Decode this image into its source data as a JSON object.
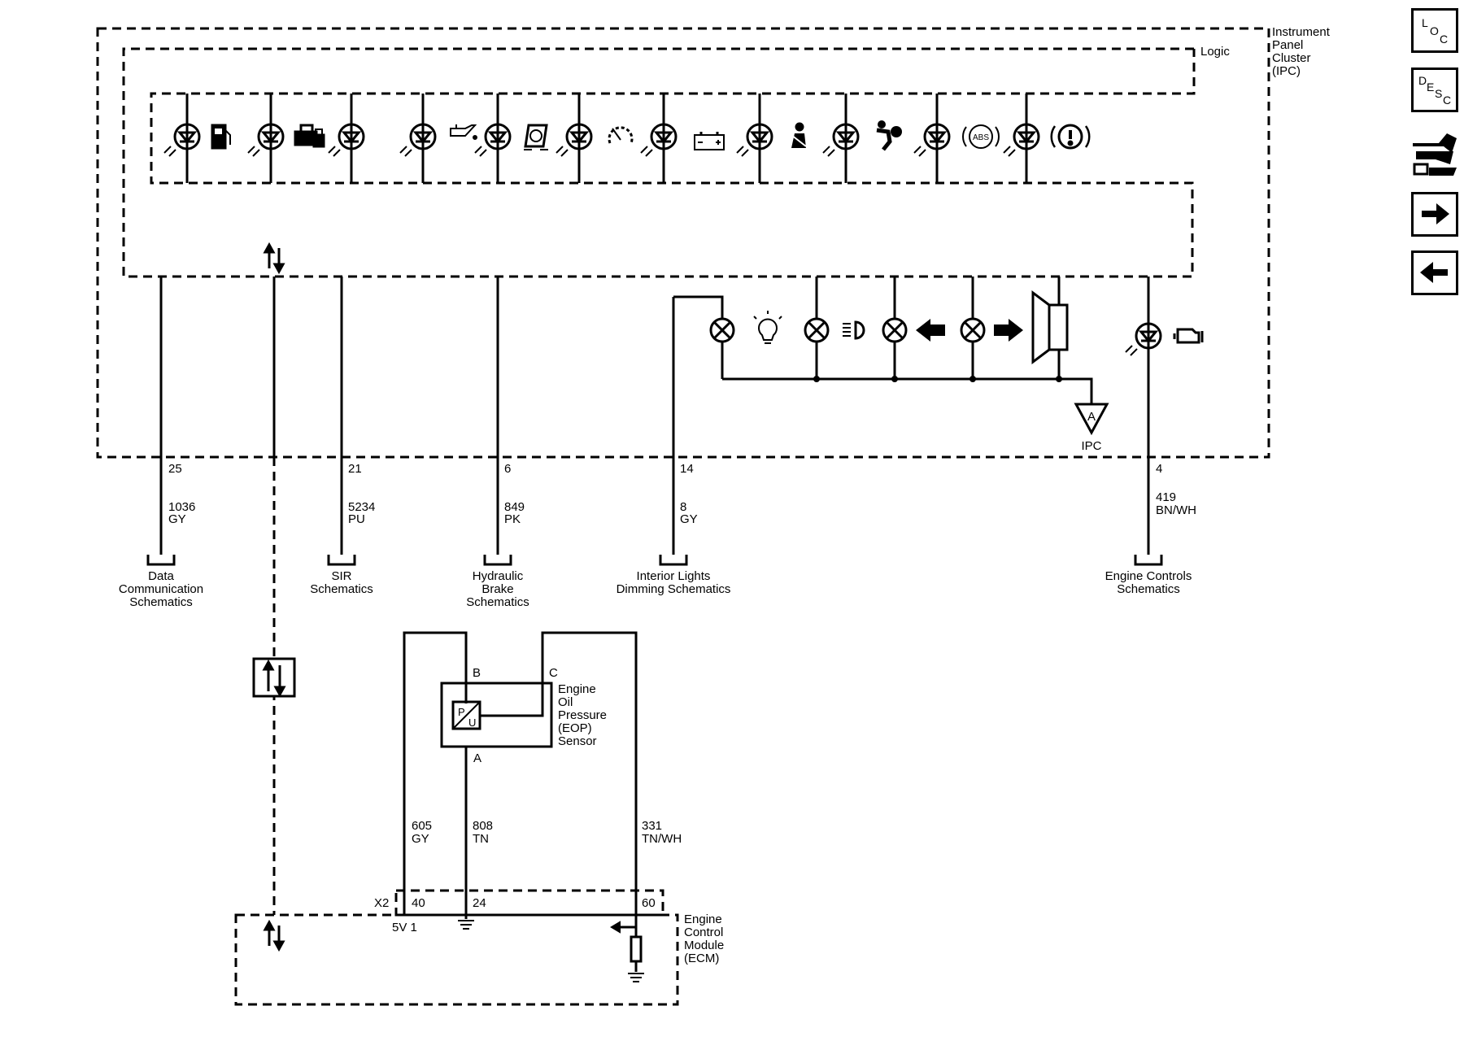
{
  "ipc": {
    "name": [
      "Instrument",
      "Panel",
      "Cluster",
      "(IPC)"
    ],
    "logic": "Logic",
    "ground_label": "A",
    "ground_ref": "IPC"
  },
  "circuits": [
    {
      "pin": "25",
      "circuit": "1036",
      "color": "GY",
      "dest": [
        "Data",
        "Communication",
        "Schematics"
      ]
    },
    {
      "pin": "21",
      "circuit": "5234",
      "color": "PU",
      "dest": [
        "SIR",
        "Schematics"
      ]
    },
    {
      "pin": "6",
      "circuit": "849",
      "color": "PK",
      "dest": [
        "Hydraulic",
        "Brake",
        "Schematics"
      ]
    },
    {
      "pin": "14",
      "circuit": "8",
      "color": "GY",
      "dest": [
        "Interior Lights",
        "Dimming Schematics"
      ]
    },
    {
      "pin": "4",
      "circuit": "419",
      "color": "BN/WH",
      "dest": [
        "Engine Controls",
        "Schematics"
      ]
    }
  ],
  "sensor": {
    "name": [
      "Engine",
      "Oil",
      "Pressure",
      "(EOP)",
      "Sensor"
    ],
    "pin_b": "B",
    "pin_c": "C",
    "pin_a": "A",
    "symbol_p": "P",
    "symbol_u": "U"
  },
  "sensor_wires": [
    {
      "circuit": "605",
      "color": "GY"
    },
    {
      "circuit": "808",
      "color": "TN"
    },
    {
      "circuit": "331",
      "color": "TN/WH"
    }
  ],
  "ecm": {
    "name": [
      "Engine",
      "Control",
      "Module",
      "(ECM)"
    ],
    "connector": "X2",
    "pins": [
      "40",
      "24",
      "60"
    ],
    "ref_label": "5V 1"
  },
  "indicators": {
    "abs_text": "ABS"
  },
  "nav": {
    "loc": {
      "l": "L",
      "o": "O",
      "c": "C"
    },
    "desc": {
      "d": "D",
      "e": "E",
      "s": "S",
      "c": "C"
    },
    "icons": [
      "connector-ref-icon",
      "arrow-right-icon",
      "arrow-left-icon"
    ]
  }
}
